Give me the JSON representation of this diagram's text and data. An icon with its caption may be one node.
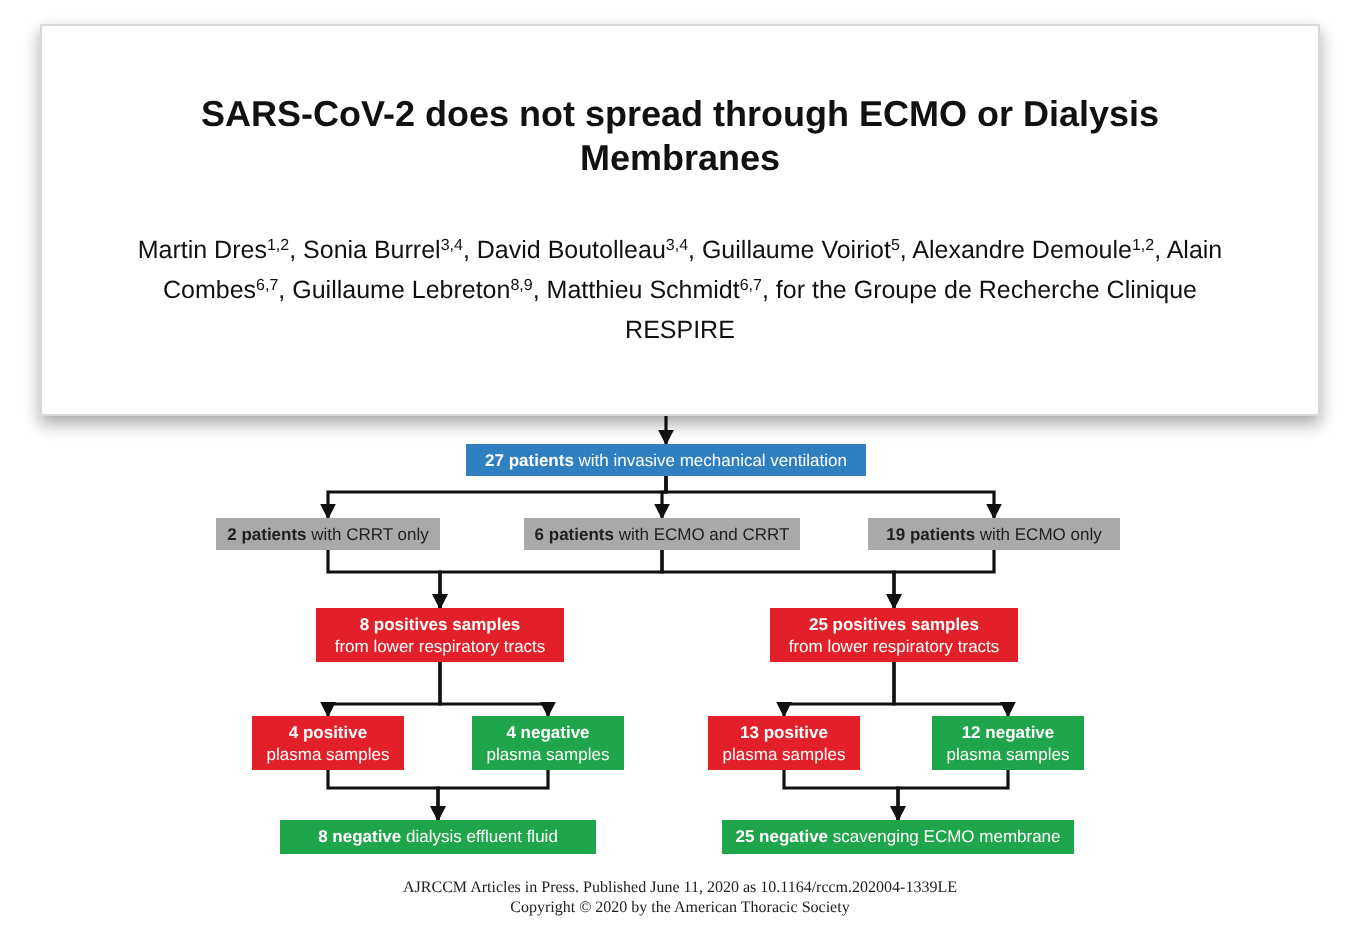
{
  "diagram": {
    "nodes": [
      {
        "text": [
          "SARS-CoV-2 does not spread through ECMO or Dialysis Membranes",
          "Martin Dres$^{1,2}$, Sonia Burrel$^{3,4}$, David Boutolleau$^{3,4}$, Guillaume Voiriot$^{5}$, Alexandre Demoule$^{1,2}$, Alain Combes$^{6,7}$, Guillaume Lebreton$^{8,9}$, Matthieu Schmidt$^{6,7}$, for the Groupe de Recherche Clinique RESPIRE"
        ]
      },
      {
        "text": [
          "**27 patients** with invasive mechanical ventilation"
        ]
      },
      {
        "text": [
          "**2 patients** with CRRT only"
        ]
      },
      {
        "text": [
          "**6 patients** with ECMO and CRRT"
        ]
      },
      {
        "text": [
          "**19 patients** with ECMO only"
        ]
      },
      {
        "text": [
          "**8 positives samples** from lower respiratory tracts"
        ]
      },
      {
        "text": [
          "**25 positives samples** from lower respiratory tracts"
        ]
      },
      {
        "text": [
          "**4 positive** plasma samples"
        ]
      },
      {
        "text": [
          "**4 negative** plasma samples"
        ]
      },
      {
        "text": [
          "**13 positive** plasma samples"
        ]
      },
      {
        "text": [
          "**12 negative** plasma samples"
        ]
      },
      {
        "text": [
          "**8 negative** dialysis effluent fluid"
        ]
      },
      {
        "text": [
          "**25 negative** scavenging ECMO membrane"
        ]
      }
    ],
    "edges": [
      {
        "from": 0,
        "to": 1,
        "arrow": "to"
      },
      {
        "from": 1,
        "to": 2,
        "arrow": "to"
      },
      {
        "from": 1,
        "to": 3,
        "arrow": "to"
      },
      {
        "from": 1,
        "to": 4,
        "arrow": "to"
      },
      {
        "from": 2,
        "to": 5,
        "arrow": "to"
      },
      {
        "from": 3,
        "to": 5,
        "arrow": "to"
      },
      {
        "from": 3,
        "to": 6,
        "arrow": "to"
      },
      {
        "from": 4,
        "to": 6,
        "arrow": "to"
      },
      {
        "from": 5,
        "to": 7,
        "arrow": "to"
      },
      {
        "from": 5,
        "to": 8,
        "arrow": "to"
      },
      {
        "from": 6,
        "to": 9,
        "arrow": "to"
      },
      {
        "from": 6,
        "to": 10,
        "arrow": "to"
      },
      {
        "from": 7,
        "to": 11,
        "arrow": "to"
      },
      {
        "from": 8,
        "to": 11,
        "arrow": "to"
      },
      {
        "from": 9,
        "to": 12,
        "arrow": "to"
      },
      {
        "from": 10,
        "to": 12,
        "arrow": "to"
      }
    ],
    "labels": [
      "AJRCCM Articles in Press. Published June 11, 2020 as 10.1164/rccm.202004-1339LE",
      "Copyright © 2020 by the American Thoracic Society"
    ]
  }
}
